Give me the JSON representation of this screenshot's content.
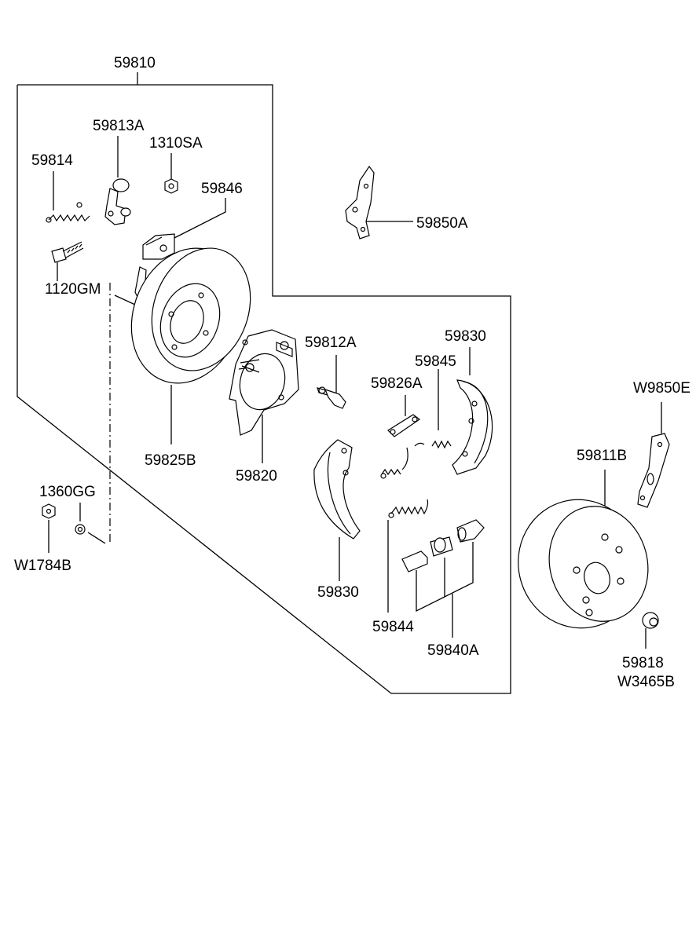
{
  "labels": {
    "p59810": "59810",
    "p59813a": "59813A",
    "p1310sa": "1310SA",
    "p59814": "59814",
    "p59846": "59846",
    "p59850a": "59850A",
    "p1120gm": "1120GM",
    "p59812a": "59812A",
    "p59830_top": "59830",
    "p59845": "59845",
    "p59826a": "59826A",
    "p59825b": "59825B",
    "p59820": "59820",
    "p1360gg": "1360GG",
    "p w1784b": "W1784B",
    "pw1784b": "W1784B",
    "p59830_bot": "59830",
    "p59844": "59844",
    "p59840a": "59840A",
    "pw9850e": "W9850E",
    "p59811b": "59811B",
    "p59818": "59818",
    "pw3465b": "W3465B"
  }
}
